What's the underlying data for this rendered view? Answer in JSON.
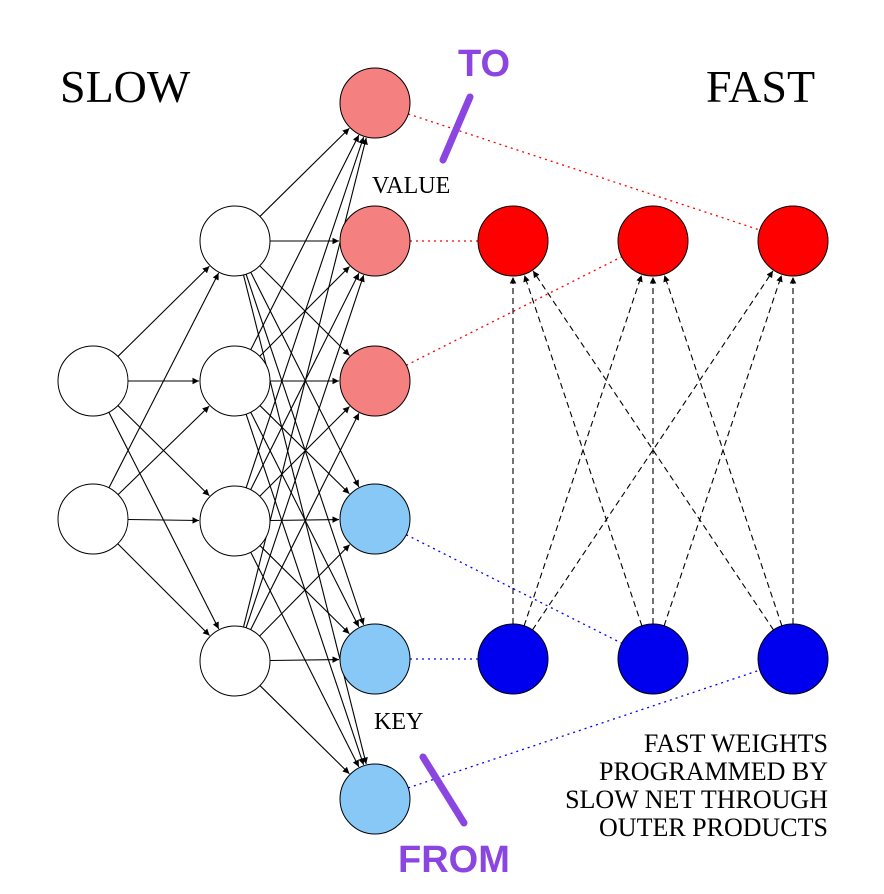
{
  "labels": {
    "slow": "SLOW",
    "fast": "FAST",
    "value": "VALUE",
    "key": "KEY",
    "to": "TO",
    "from": "FROM",
    "caption": [
      "FAST WEIGHTS",
      "PROGRAMMED BY",
      "SLOW NET THROUGH",
      "OUTER PRODUCTS"
    ]
  },
  "colors": {
    "value_node": "#f4807f",
    "key_node": "#87c8f6",
    "fast_value_node": "#ff0000",
    "fast_key_node": "#0000ee",
    "annotation": "#8b45e0",
    "red_link": "#ff0000",
    "blue_link": "#0000ff"
  }
}
